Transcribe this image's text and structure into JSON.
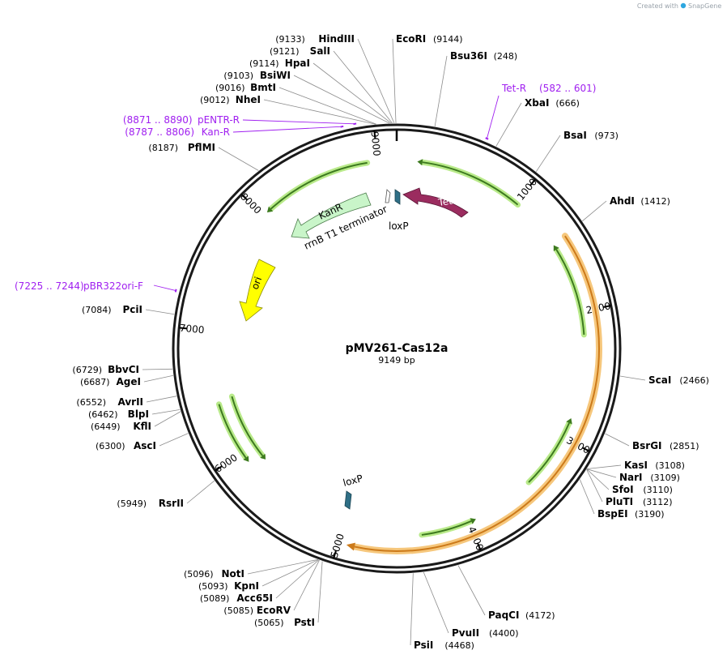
{
  "credit": {
    "prefix": "Created with",
    "brand": "SnapGene"
  },
  "plasmid": {
    "name": "pMV261-Cas12a",
    "length_label": "9149 bp",
    "length": 9149
  },
  "colors": {
    "backbone": "#1a1a1a",
    "primer": "#a020f0",
    "orf_arrow": "#3d7a1f",
    "orf_glow": "#b9ea8a",
    "cas12a_glow": "#f6c77c",
    "cas12a_stroke": "#cc7a1a",
    "tetr": "#9b2c5f",
    "kanr": "#c9f5c9",
    "ori": "#ffff00",
    "loxp": "#2f6f86"
  },
  "ring_ticks": [
    {
      "bp": 1000,
      "label": "1000"
    },
    {
      "bp": 2000,
      "label": "2000"
    },
    {
      "bp": 3000,
      "label": "3000"
    },
    {
      "bp": 4000,
      "label": "4000"
    },
    {
      "bp": 5000,
      "label": "5000"
    },
    {
      "bp": 6000,
      "label": "6000"
    },
    {
      "bp": 7000,
      "label": "7000"
    },
    {
      "bp": 8000,
      "label": "8000"
    },
    {
      "bp": 9000,
      "label": "9000"
    }
  ],
  "sites": [
    {
      "name": "HindIII",
      "pos": "(9133)",
      "bp": 9133,
      "side": "left"
    },
    {
      "name": "SalI",
      "pos": "(9121)",
      "bp": 9121,
      "side": "left"
    },
    {
      "name": "HpaI",
      "pos": "(9114)",
      "bp": 9114,
      "side": "left"
    },
    {
      "name": "BsiWI",
      "pos": "(9103)",
      "bp": 9103,
      "side": "left"
    },
    {
      "name": "BmtI",
      "pos": "(9016)",
      "bp": 9016,
      "side": "left"
    },
    {
      "name": "NheI",
      "pos": "(9012)",
      "bp": 9012,
      "side": "left"
    },
    {
      "name": "PflMI",
      "pos": "(8187)",
      "bp": 8187,
      "side": "left"
    },
    {
      "name": "PciI",
      "pos": "(7084)",
      "bp": 7084,
      "side": "left"
    },
    {
      "name": "BbvCI",
      "pos": "(6729)",
      "bp": 6729,
      "side": "left"
    },
    {
      "name": "AgeI",
      "pos": "(6687)",
      "bp": 6687,
      "side": "left"
    },
    {
      "name": "AvrII",
      "pos": "(6552)",
      "bp": 6552,
      "side": "left"
    },
    {
      "name": "BlpI",
      "pos": "(6462)",
      "bp": 6462,
      "side": "left"
    },
    {
      "name": "KflI",
      "pos": "(6449)",
      "bp": 6449,
      "side": "left"
    },
    {
      "name": "AscI",
      "pos": "(6300)",
      "bp": 6300,
      "side": "left"
    },
    {
      "name": "RsrII",
      "pos": "(5949)",
      "bp": 5949,
      "side": "left"
    },
    {
      "name": "NotI",
      "pos": "(5096)",
      "bp": 5096,
      "side": "left"
    },
    {
      "name": "KpnI",
      "pos": "(5093)",
      "bp": 5093,
      "side": "left"
    },
    {
      "name": "Acc65I",
      "pos": "(5089)",
      "bp": 5089,
      "side": "left"
    },
    {
      "name": "EcoRV",
      "pos": "(5085)",
      "bp": 5085,
      "side": "left"
    },
    {
      "name": "PstI",
      "pos": "(5065)",
      "bp": 5065,
      "side": "left"
    },
    {
      "name": "EcoRI",
      "pos": "(9144)",
      "bp": 9144,
      "side": "right"
    },
    {
      "name": "Bsu36I",
      "pos": "(248)",
      "bp": 248,
      "side": "right"
    },
    {
      "name": "XbaI",
      "pos": "(666)",
      "bp": 666,
      "side": "right"
    },
    {
      "name": "BsaI",
      "pos": "(973)",
      "bp": 973,
      "side": "right"
    },
    {
      "name": "AhdI",
      "pos": "(1412)",
      "bp": 1412,
      "side": "right"
    },
    {
      "name": "ScaI",
      "pos": "(2466)",
      "bp": 2466,
      "side": "right"
    },
    {
      "name": "BsrGI",
      "pos": "(2851)",
      "bp": 2851,
      "side": "right"
    },
    {
      "name": "KasI",
      "pos": "(3108)",
      "bp": 3108,
      "side": "right"
    },
    {
      "name": "NarI",
      "pos": "(3109)",
      "bp": 3109,
      "side": "right"
    },
    {
      "name": "SfoI",
      "pos": "(3110)",
      "bp": 3110,
      "side": "right"
    },
    {
      "name": "PluTI",
      "pos": "(3112)",
      "bp": 3112,
      "side": "right"
    },
    {
      "name": "BspEI",
      "pos": "(3190)",
      "bp": 3190,
      "side": "right"
    },
    {
      "name": "PaqCI",
      "pos": "(4172)",
      "bp": 4172,
      "side": "right"
    },
    {
      "name": "PvuII",
      "pos": "(4400)",
      "bp": 4400,
      "side": "right"
    },
    {
      "name": "PsiI",
      "pos": "(4468)",
      "bp": 4468,
      "side": "right"
    }
  ],
  "primers": [
    {
      "name": "pENTR-R",
      "range": "(8871 .. 8890)",
      "start": 8871,
      "end": 8890
    },
    {
      "name": "Kan-R",
      "range": "(8787 .. 8806)",
      "start": 8787,
      "end": 8806
    },
    {
      "name": "Tet-R",
      "range": "(582 .. 601)",
      "start": 582,
      "end": 601
    },
    {
      "name": "pBR322ori-F",
      "range": "(7225 .. 7244)",
      "start": 7225,
      "end": 7244
    }
  ],
  "features": {
    "tetr": "TetR",
    "kanr": "KanR",
    "ori": "ori",
    "terminator": "rrnB T1 terminator",
    "loxp_top": "loxP",
    "loxp_bottom": "loxP"
  }
}
